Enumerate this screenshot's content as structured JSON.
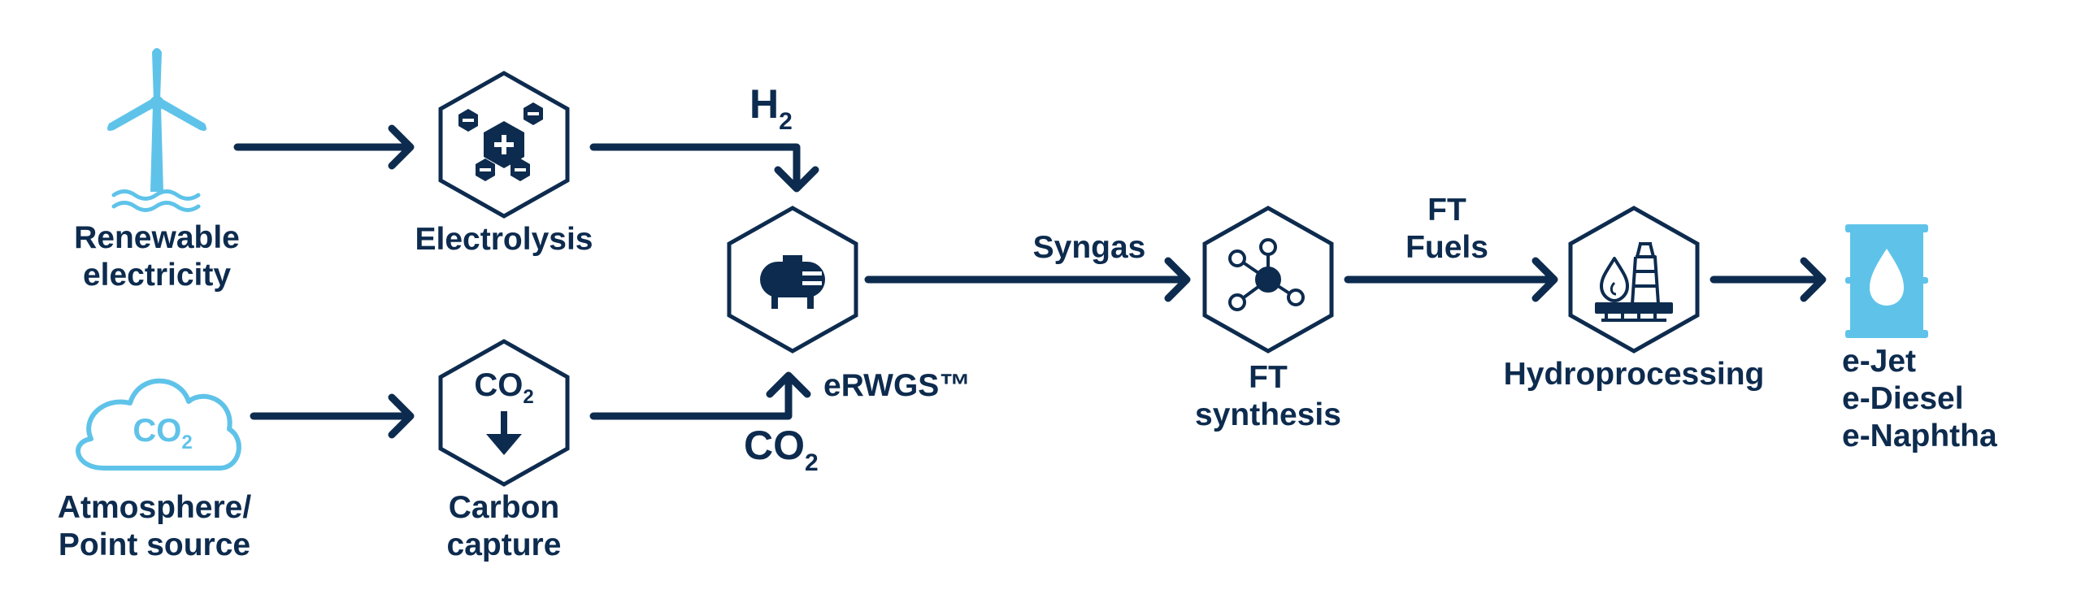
{
  "colors": {
    "primary": "#0d2b4e",
    "accent": "#5fc3e9",
    "background": "#ffffff"
  },
  "nodes": {
    "renewable": {
      "icon": "wind-turbine-icon",
      "line1": "Renewable",
      "line2": "electricity"
    },
    "electrolysis": {
      "icon": "molecule-cluster-icon",
      "label": "Electrolysis"
    },
    "atmosphere": {
      "icon": "co2-cloud-icon",
      "icon_text": "CO",
      "icon_sub": "2",
      "line1": "Atmosphere/",
      "line2": "Point source"
    },
    "carbon_capture": {
      "icon": "co2-down-arrow-icon",
      "icon_text": "CO",
      "icon_sub": "2",
      "line1": "Carbon",
      "line2": "capture"
    },
    "erwgs": {
      "icon": "reactor-tank-icon",
      "label": "eRWGS™"
    },
    "ft_synthesis": {
      "icon": "catalyst-node-icon",
      "line1": "FT",
      "line2": "synthesis"
    },
    "hydroprocessing": {
      "icon": "refinery-drop-icon",
      "label": "Hydroprocessing"
    },
    "products": {
      "icon": "fuel-barrel-icon",
      "items": [
        "e-Jet",
        "e-Diesel",
        "e-Naphtha"
      ]
    }
  },
  "flows": {
    "h2": {
      "text": "H",
      "sub": "2"
    },
    "co2": {
      "text": "CO",
      "sub": "2"
    },
    "syngas": "Syngas",
    "ft_fuels": {
      "line1": "FT",
      "line2": "Fuels"
    }
  }
}
